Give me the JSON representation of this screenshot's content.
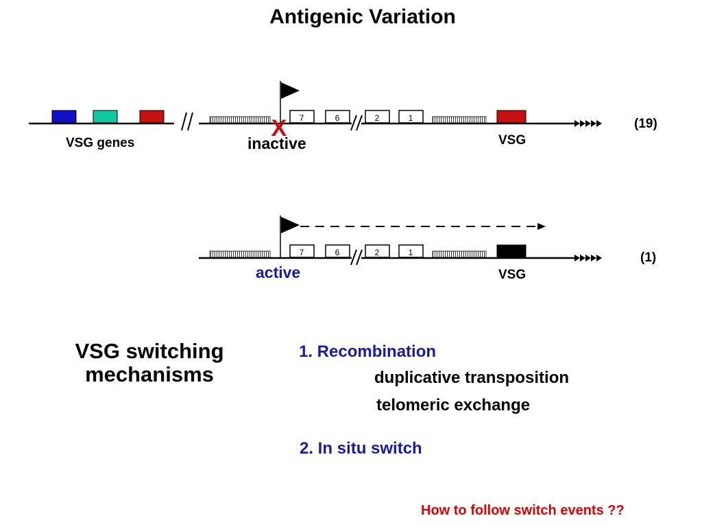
{
  "title": "Antigenic Variation",
  "row1": {
    "left_label": "VSG genes",
    "state_label": "inactive",
    "block_mark": "X",
    "boxes": [
      "7",
      "6",
      "2",
      "1"
    ],
    "vsg_label": "VSG",
    "count": "(19)"
  },
  "row2": {
    "state_label": "active",
    "boxes": [
      "7",
      "6",
      "2",
      "1"
    ],
    "vsg_label": "VSG",
    "count": "(1)"
  },
  "mechanisms": {
    "title_line1": "VSG switching",
    "title_line2": "mechanisms",
    "step1": "1. Recombination",
    "step1_sub1": "duplicative transposition",
    "step1_sub2": "telomeric exchange",
    "step2": "2. In situ switch"
  },
  "question": "How to follow switch events ??",
  "colors": {
    "gene_blue": "#1010c8",
    "gene_teal": "#10c8a0",
    "gene_red": "#c81010",
    "vsg_active": "#000000",
    "label_blue": "#1a1aa8",
    "question_red": "#e00000"
  }
}
